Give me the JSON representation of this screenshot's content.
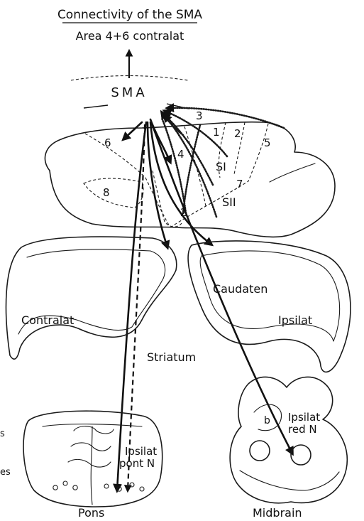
{
  "title": "Connectivity of the SMA",
  "top_target": "Area 4+6 contralat",
  "sma": "SMA",
  "areas": {
    "a3": "3",
    "a1": "1",
    "a2": "2",
    "a5": "5",
    "a6": "6",
    "a4": "4",
    "si": "SI",
    "a7": "7",
    "sii": "SII",
    "a8": "8",
    "a2b": "2"
  },
  "striatum": {
    "caudaten": "Caudaten",
    "contralat": "Contralat",
    "ipsilat": "Ipsilat",
    "name": "Striatum"
  },
  "pons": {
    "target": "Ipsilat\npont N",
    "target_line1": "Ipsilat",
    "target_line2": "pont N",
    "name": "Pons"
  },
  "midbrain": {
    "target_line1": "Ipsilat",
    "target_line2": "red N",
    "name": "Midbrain",
    "b": "b"
  },
  "edge_text": {
    "s": "s",
    "es": "es"
  }
}
